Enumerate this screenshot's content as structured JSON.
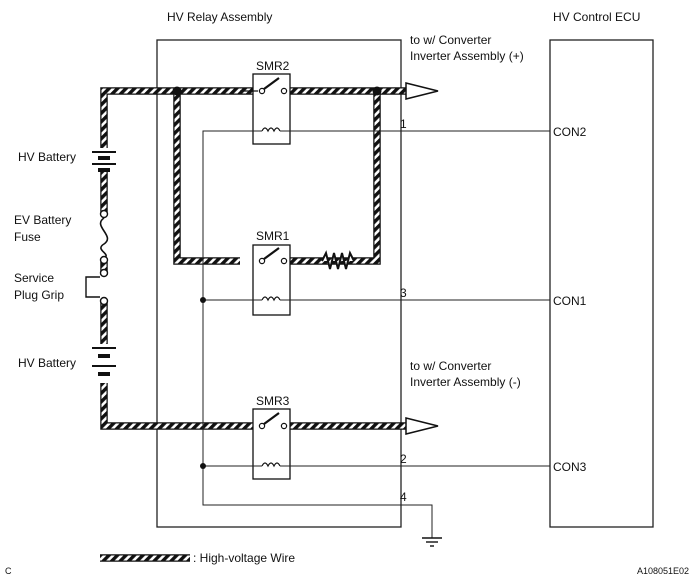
{
  "blocks": {
    "relay_assembly": "HV Relay Assembly",
    "control_ecu": "HV Control ECU"
  },
  "relays": {
    "smr2": "SMR2",
    "smr1": "SMR1",
    "smr3": "SMR3"
  },
  "left_components": {
    "hv_battery_top": "HV Battery",
    "ev_fuse_line1": "EV Battery",
    "ev_fuse_line2": "Fuse",
    "service_plug_line1": "Service",
    "service_plug_line2": "Plug Grip",
    "hv_battery_bottom": "HV Battery"
  },
  "outputs": {
    "positive_line1": "to w/ Converter",
    "positive_line2": "Inverter Assembly (+)",
    "negative_line1": "to w/ Converter",
    "negative_line2": "Inverter Assembly (-)"
  },
  "pins": {
    "pin1": "1",
    "pin3": "3",
    "pin2": "2",
    "pin4": "4"
  },
  "ecu_terminals": {
    "con2": "CON2",
    "con1": "CON1",
    "con3": "CON3"
  },
  "legend": {
    "label": ": High-voltage Wire"
  },
  "footer": {
    "left_mark": "C",
    "drawing_id": "A108051E02"
  }
}
